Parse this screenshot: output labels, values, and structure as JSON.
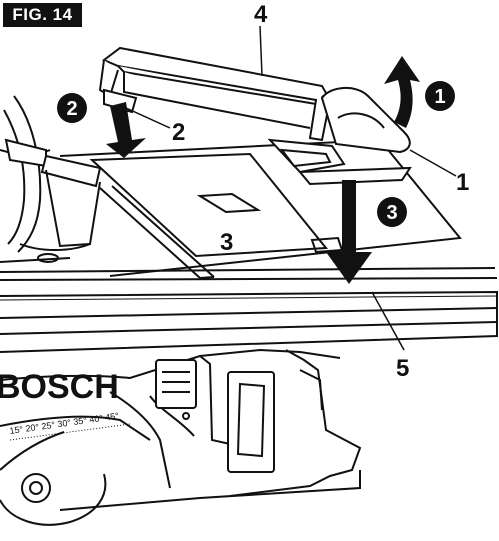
{
  "figure": {
    "tag": "FIG. 14",
    "brand": "BOSCH",
    "scale_text": "15° 20° 25° 30° 35° 40° 45°"
  },
  "callouts": [
    {
      "id": "part-1",
      "text": "1"
    },
    {
      "id": "part-2",
      "text": "2"
    },
    {
      "id": "part-3",
      "text": "3"
    },
    {
      "id": "part-4",
      "text": "4"
    },
    {
      "id": "part-5",
      "text": "5"
    }
  ],
  "steps": [
    {
      "id": "step-1",
      "text": "1"
    },
    {
      "id": "step-2",
      "text": "2"
    },
    {
      "id": "step-3",
      "text": "3"
    }
  ],
  "colors": {
    "ink": "#111111",
    "paper": "#ffffff"
  }
}
